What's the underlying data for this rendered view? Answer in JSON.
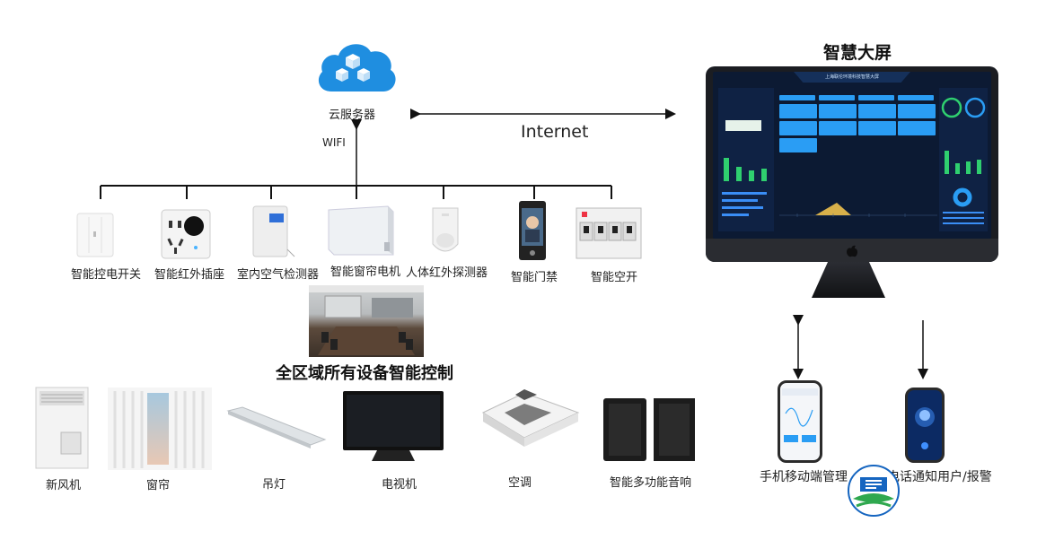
{
  "cloud": {
    "label": "云服务器",
    "wifi_label": "WIFI"
  },
  "internet_label": "Internet",
  "big_screen": {
    "title": "智慧大屏",
    "screen_title": "上海联伦环境科技智慧大屏"
  },
  "devices_row1": [
    {
      "label": "智能控电开关"
    },
    {
      "label": "智能红外插座"
    },
    {
      "label": "室内空气检测器"
    },
    {
      "label": "智能窗帘电机"
    },
    {
      "label": "人体红外探测器"
    },
    {
      "label": "智能门禁"
    },
    {
      "label": "智能空开"
    }
  ],
  "center_caption": "全区域所有设备智能控制",
  "devices_row2": [
    {
      "label": "新风机"
    },
    {
      "label": "窗帘"
    },
    {
      "label": "吊灯"
    },
    {
      "label": "电视机"
    },
    {
      "label": "空调"
    },
    {
      "label": "智能多功能音响"
    }
  ],
  "mobile": {
    "label": "手机移动端管理"
  },
  "phone_notify": {
    "label": "电话通知用户/报警"
  },
  "colors": {
    "accent": "#2a9df4",
    "screen_bg": "#0c1a33",
    "cloud": "#1f8ee0",
    "logo_blue": "#1565c0",
    "logo_green": "#2fa84f"
  }
}
